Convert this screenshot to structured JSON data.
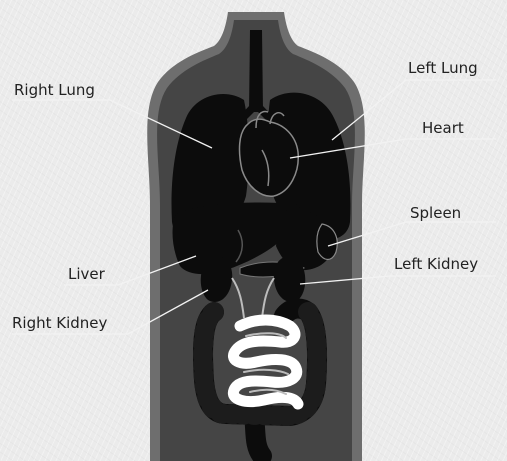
{
  "colors": {
    "body_outer": "#6e6e6e",
    "body_inner": "#444444",
    "organ": "#0c0c0c",
    "organ_detail": "#8a8a8a",
    "intestine": "#ffffff",
    "leader_line": "#f2f2f2",
    "label_text": "#222222"
  },
  "labels": {
    "right_lung": "Right Lung",
    "left_lung": "Left Lung",
    "heart": "Heart",
    "spleen": "Spleen",
    "liver": "Liver",
    "left_kidney": "Left Kidney",
    "right_kidney": "Right Kidney"
  }
}
